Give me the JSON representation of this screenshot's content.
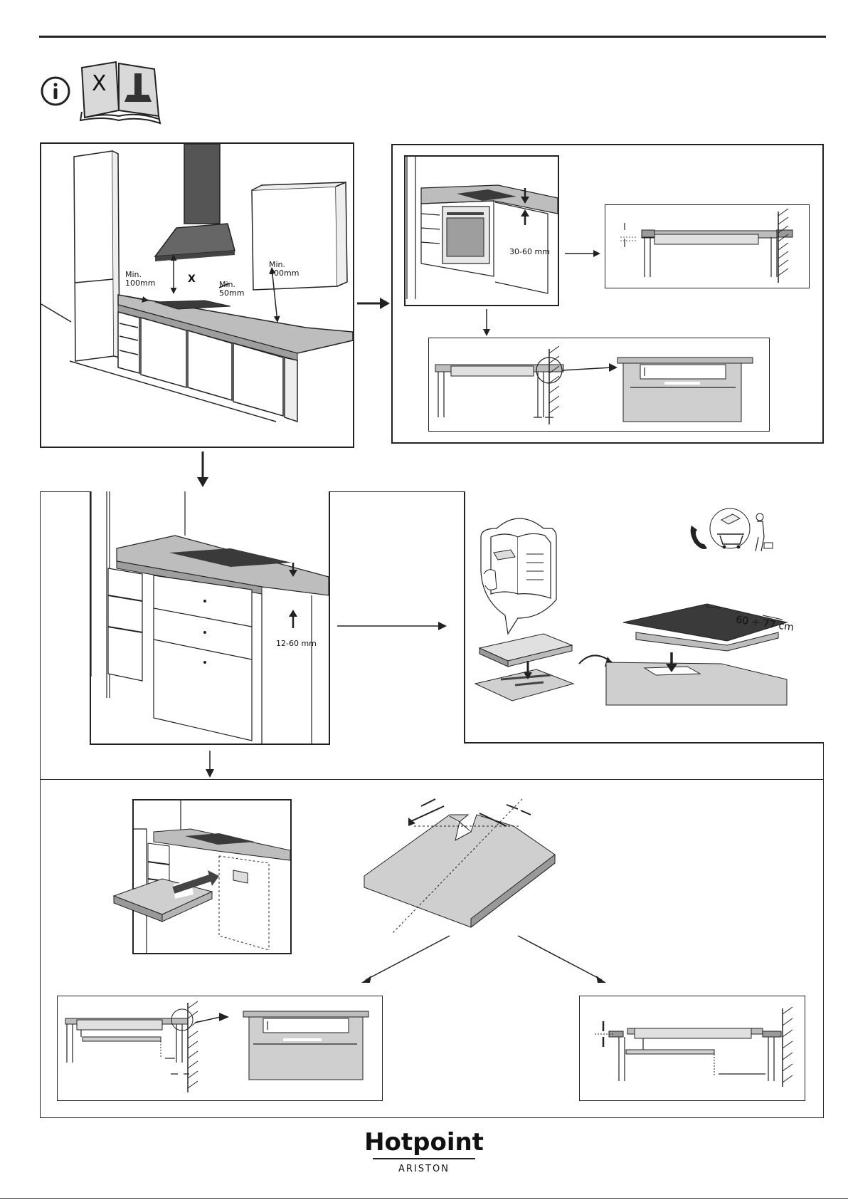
{
  "labels": {
    "x_mark": "X",
    "min_100": "Min.\n100mm",
    "min_50": "Min.\n50mm",
    "min_400": "Min.\n400mm",
    "range_30_60": "30-60 mm",
    "range_12_60": "12-60 mm",
    "width_60_77": "60 ÷ 77 cm"
  },
  "brand": {
    "name": "Hotpoint",
    "sub": "ARISTON"
  },
  "colors": {
    "line": "#222222",
    "hood": "#555555",
    "counter": "#bdbdbd",
    "hob": "#3a3a3a",
    "hatch": "#9a9a9a"
  },
  "icons": [
    "info-icon",
    "manual-book-icon",
    "phone-icon",
    "shopping-cart-icon",
    "installer-icon"
  ]
}
